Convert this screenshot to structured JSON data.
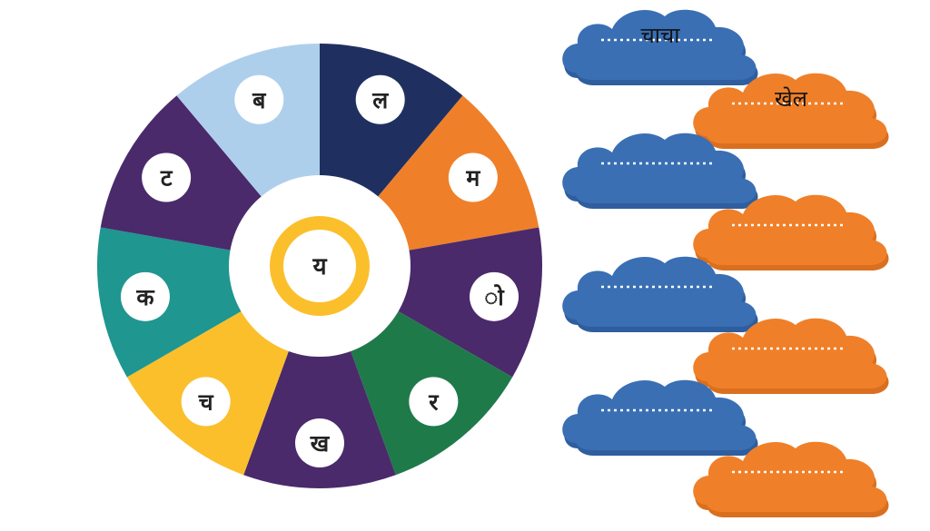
{
  "wheel": {
    "center_letter": "य",
    "segments": [
      {
        "letter": "ल",
        "color": "#1f3060"
      },
      {
        "letter": "म",
        "color": "#ef8029"
      },
      {
        "letter": "ो",
        "color": "#4a2a6b"
      },
      {
        "letter": "र",
        "color": "#1f7a4a"
      },
      {
        "letter": "ख",
        "color": "#4a2a6b"
      },
      {
        "letter": "च",
        "color": "#fbbf2c"
      },
      {
        "letter": "क",
        "color": "#1f9690"
      },
      {
        "letter": "ट",
        "color": "#4a2a6b"
      },
      {
        "letter": "ब",
        "color": "#aecfec"
      }
    ],
    "center_ring_color": "#fbbf2c"
  },
  "clouds": [
    {
      "color": "#3a6fb4",
      "shadow": "#2f5e9f",
      "word": "चाचा"
    },
    {
      "color": "#ef8029",
      "shadow": "#d96f1f",
      "word": "खेल"
    },
    {
      "color": "#3a6fb4",
      "shadow": "#2f5e9f",
      "word": ""
    },
    {
      "color": "#ef8029",
      "shadow": "#d96f1f",
      "word": ""
    },
    {
      "color": "#3a6fb4",
      "shadow": "#2f5e9f",
      "word": ""
    },
    {
      "color": "#ef8029",
      "shadow": "#d96f1f",
      "word": ""
    },
    {
      "color": "#3a6fb4",
      "shadow": "#2f5e9f",
      "word": ""
    },
    {
      "color": "#ef8029",
      "shadow": "#d96f1f",
      "word": ""
    }
  ]
}
